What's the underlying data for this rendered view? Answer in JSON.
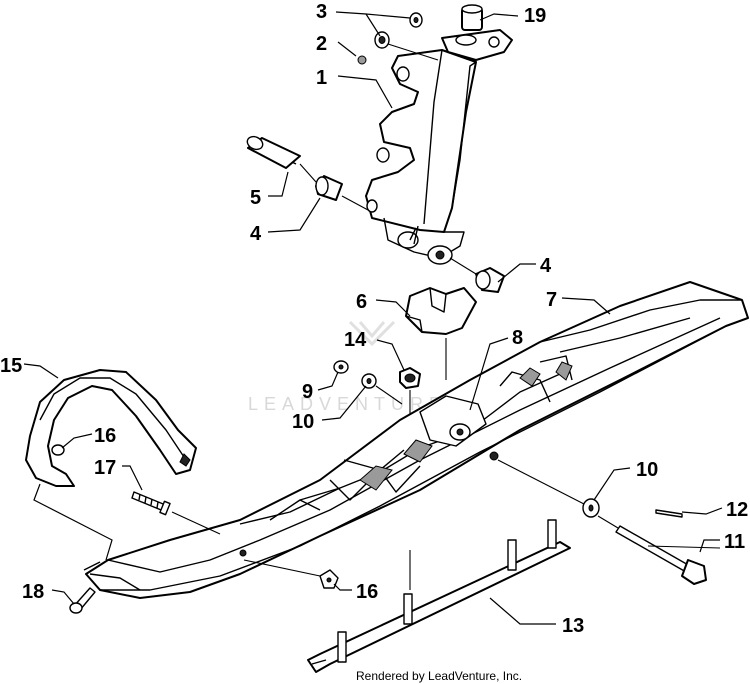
{
  "callouts": [
    {
      "id": "c3",
      "label": "3"
    },
    {
      "id": "c19",
      "label": "19"
    },
    {
      "id": "c2",
      "label": "2"
    },
    {
      "id": "c1",
      "label": "1"
    },
    {
      "id": "c5",
      "label": "5"
    },
    {
      "id": "c4a",
      "label": "4"
    },
    {
      "id": "c4b",
      "label": "4"
    },
    {
      "id": "c6",
      "label": "6"
    },
    {
      "id": "c7",
      "label": "7"
    },
    {
      "id": "c14",
      "label": "14"
    },
    {
      "id": "c8",
      "label": "8"
    },
    {
      "id": "c15",
      "label": "15"
    },
    {
      "id": "c9",
      "label": "9"
    },
    {
      "id": "c10a",
      "label": "10"
    },
    {
      "id": "c16a",
      "label": "16"
    },
    {
      "id": "c17",
      "label": "17"
    },
    {
      "id": "c10b",
      "label": "10"
    },
    {
      "id": "c12",
      "label": "12"
    },
    {
      "id": "c11",
      "label": "11"
    },
    {
      "id": "c18",
      "label": "18"
    },
    {
      "id": "c16b",
      "label": "16"
    },
    {
      "id": "c13",
      "label": "13"
    }
  ],
  "watermark": "LEADVENTURE",
  "credit": "Rendered by LeadVenture, Inc."
}
